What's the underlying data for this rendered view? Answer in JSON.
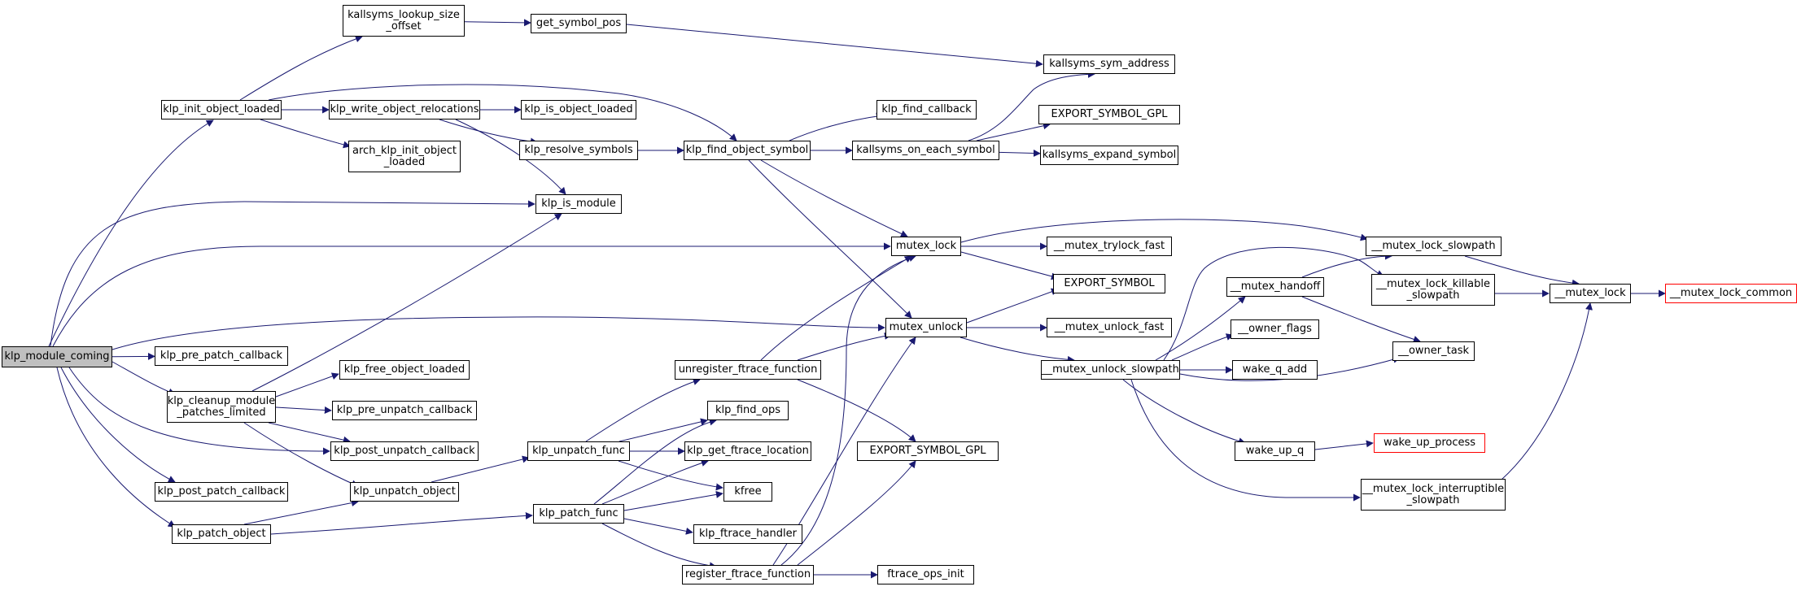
{
  "graph": {
    "edge_color": "#191970",
    "root_fill": "#bfbfbf",
    "truncated_border": "#ff0000",
    "nodes": {
      "klp_module_coming": "klp_module_coming",
      "klp_init_object_loaded": "klp_init_object_loaded",
      "kallsyms_lookup_size_offset": "kallsyms_lookup_size\n_offset",
      "get_symbol_pos": "get_symbol_pos",
      "kallsyms_sym_address": "kallsyms_sym_address",
      "klp_write_object_relocations": "klp_write_object_relocations",
      "klp_is_object_loaded": "klp_is_object_loaded",
      "arch_klp_init_object_loaded": "arch_klp_init_object\n_loaded",
      "klp_resolve_symbols": "klp_resolve_symbols",
      "klp_find_object_symbol": "klp_find_object_symbol",
      "klp_find_callback": "klp_find_callback",
      "kallsyms_on_each_symbol": "kallsyms_on_each_symbol",
      "export_symbol_gpl_top": "EXPORT_SYMBOL_GPL",
      "kallsyms_expand_symbol": "kallsyms_expand_symbol",
      "klp_is_module": "klp_is_module",
      "mutex_lock": "mutex_lock",
      "mutex_trylock_fast": "__mutex_trylock_fast",
      "export_symbol": "EXPORT_SYMBOL",
      "mutex_lock_slowpath": "__mutex_lock_slowpath",
      "mutex_lock_killable_slowpath": "__mutex_lock_killable\n_slowpath",
      "mutex_lock_inner": "__mutex_lock",
      "mutex_lock_common": "__mutex_lock_common",
      "mutex_handoff": "__mutex_handoff",
      "owner_flags": "__owner_flags",
      "owner_task": "__owner_task",
      "wake_q_add": "wake_q_add",
      "wake_up_q": "wake_up_q",
      "wake_up_process": "wake_up_process",
      "mutex_lock_interruptible_slowpath": "__mutex_lock_interruptible\n_slowpath",
      "mutex_unlock": "mutex_unlock",
      "mutex_unlock_fast": "__mutex_unlock_fast",
      "mutex_unlock_slowpath": "__mutex_unlock_slowpath",
      "klp_pre_patch_callback": "klp_pre_patch_callback",
      "klp_cleanup_module_patches_limited": "klp_cleanup_module\n_patches_limited",
      "klp_free_object_loaded": "klp_free_object_loaded",
      "klp_pre_unpatch_callback": "klp_pre_unpatch_callback",
      "klp_post_unpatch_callback": "klp_post_unpatch_callback",
      "klp_post_patch_callback": "klp_post_patch_callback",
      "klp_unpatch_object": "klp_unpatch_object",
      "klp_patch_object": "klp_patch_object",
      "unregister_ftrace_function": "unregister_ftrace_function",
      "klp_find_ops": "klp_find_ops",
      "klp_unpatch_func": "klp_unpatch_func",
      "klp_get_ftrace_location": "klp_get_ftrace_location",
      "kfree": "kfree",
      "export_symbol_gpl_mid": "EXPORT_SYMBOL_GPL",
      "klp_patch_func": "klp_patch_func",
      "klp_ftrace_handler": "klp_ftrace_handler",
      "register_ftrace_function": "register_ftrace_function",
      "ftrace_ops_init": "ftrace_ops_init"
    }
  }
}
